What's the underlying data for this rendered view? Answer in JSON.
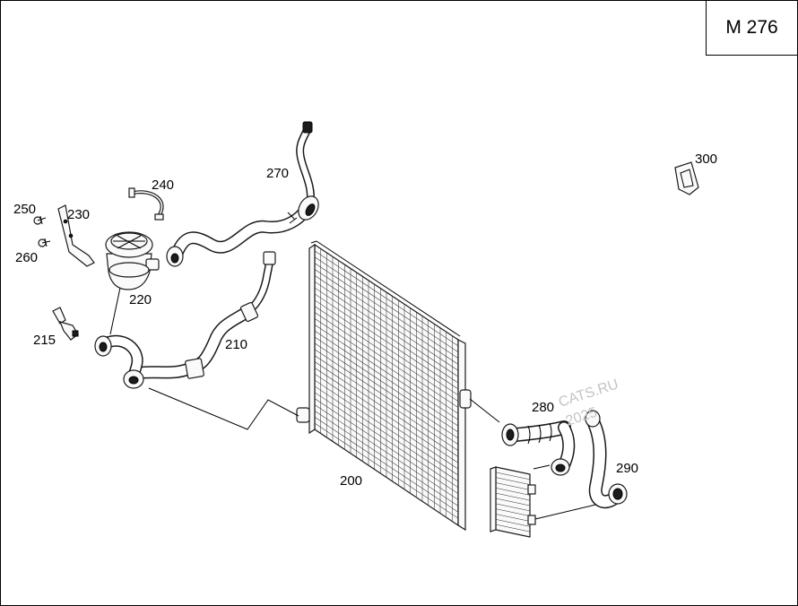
{
  "model_label": "M 276",
  "watermark": "CATS.RU",
  "watermark_year": "2025",
  "parts": [
    {
      "id": "p200",
      "number": "200"
    },
    {
      "id": "p210",
      "number": "210"
    },
    {
      "id": "p215",
      "number": "215"
    },
    {
      "id": "p220",
      "number": "220"
    },
    {
      "id": "p230",
      "number": "230"
    },
    {
      "id": "p240",
      "number": "240"
    },
    {
      "id": "p250",
      "number": "250"
    },
    {
      "id": "p260",
      "number": "260"
    },
    {
      "id": "p270",
      "number": "270"
    },
    {
      "id": "p280",
      "number": "280"
    },
    {
      "id": "p290",
      "number": "290"
    },
    {
      "id": "p300",
      "number": "300"
    }
  ],
  "colors": {
    "line": "#000000",
    "background": "#ffffff",
    "watermark": "#c4c4c4"
  }
}
